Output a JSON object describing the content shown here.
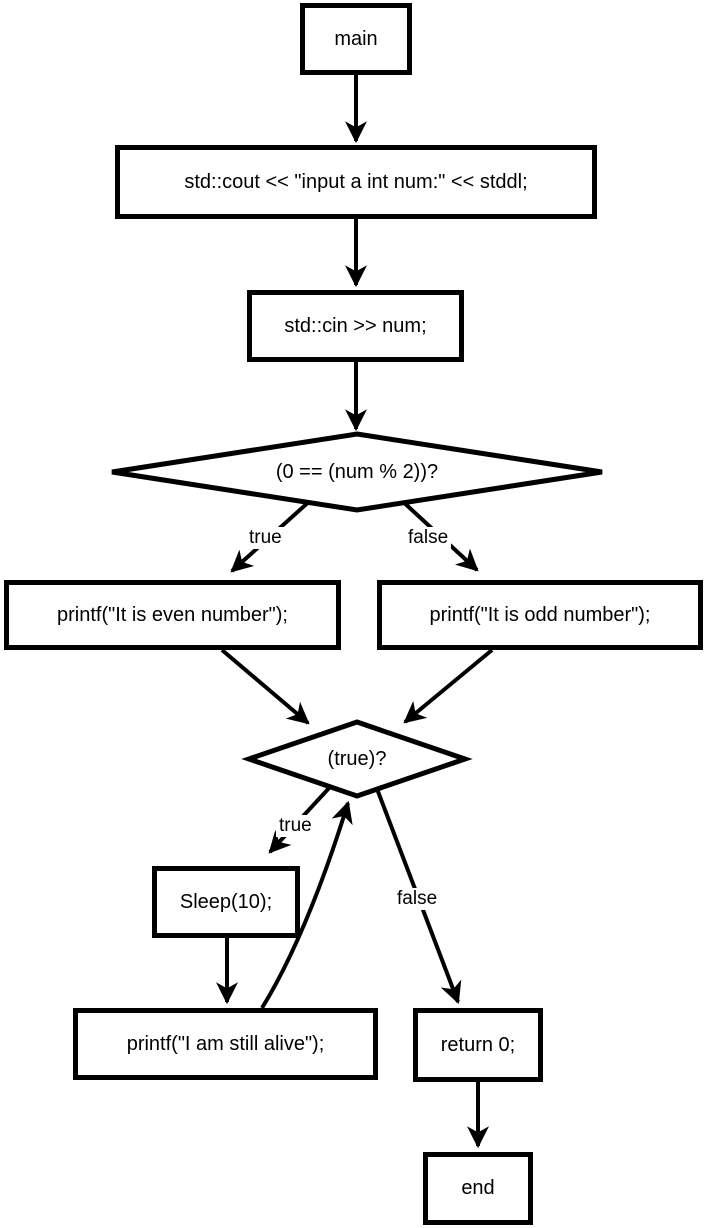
{
  "diagram": {
    "type": "flowchart",
    "colors": {
      "background": "#ffffff",
      "stroke": "#000000",
      "text": "#000000"
    },
    "nodes": {
      "main": {
        "label": "main",
        "shape": "rect"
      },
      "cout": {
        "label": "std::cout << \"input a int num:\" << stddl;",
        "shape": "rect"
      },
      "cin": {
        "label": "std::cin >> num;",
        "shape": "rect"
      },
      "even_check": {
        "label": "(0 == (num % 2))?",
        "shape": "diamond"
      },
      "print_even": {
        "label": "printf(\"It is even number\");",
        "shape": "rect"
      },
      "print_odd": {
        "label": "printf(\"It is odd number\");",
        "shape": "rect"
      },
      "loop_check": {
        "label": "(true)?",
        "shape": "diamond"
      },
      "sleep": {
        "label": "Sleep(10);",
        "shape": "rect"
      },
      "print_alive": {
        "label": "printf(\"I am still alive\");",
        "shape": "rect"
      },
      "return0": {
        "label": "return 0;",
        "shape": "rect"
      },
      "end": {
        "label": "end",
        "shape": "rect"
      }
    },
    "edge_labels": {
      "even_true": "true",
      "even_false": "false",
      "loop_true": "true",
      "loop_false": "false"
    },
    "edges": [
      {
        "from": "main",
        "to": "cout"
      },
      {
        "from": "cout",
        "to": "cin"
      },
      {
        "from": "cin",
        "to": "even_check"
      },
      {
        "from": "even_check",
        "to": "print_even",
        "label": "true"
      },
      {
        "from": "even_check",
        "to": "print_odd",
        "label": "false"
      },
      {
        "from": "print_even",
        "to": "loop_check"
      },
      {
        "from": "print_odd",
        "to": "loop_check"
      },
      {
        "from": "loop_check",
        "to": "sleep",
        "label": "true"
      },
      {
        "from": "sleep",
        "to": "print_alive"
      },
      {
        "from": "print_alive",
        "to": "loop_check"
      },
      {
        "from": "loop_check",
        "to": "return0",
        "label": "false"
      },
      {
        "from": "return0",
        "to": "end"
      }
    ]
  }
}
